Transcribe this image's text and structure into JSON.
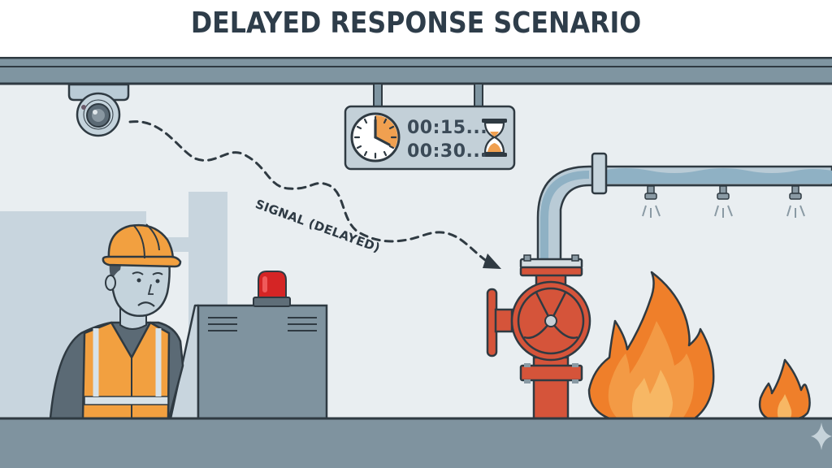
{
  "header": {
    "title": "DELAYED RESPONSE SCENARIO"
  },
  "timer_panel": {
    "line1": "00:15...",
    "line2": "00:30...",
    "icons": [
      "clock-icon",
      "hourglass-icon"
    ]
  },
  "signal": {
    "label": "SIGNAL (DELAYED)",
    "path_style": "dashed"
  },
  "elements": {
    "camera": "security-camera",
    "worker": "worried-worker-hard-hat-vest",
    "control_box": "control-panel-with-red-alarm-light",
    "valve": "red-gate-valve",
    "pipe": "sprinkler-pipe-with-3-heads",
    "fires": [
      "large-flame",
      "small-flame"
    ],
    "watermark": "sparkle-icon"
  },
  "colors": {
    "title": "#2e3d4a",
    "background": "#e9eef1",
    "beam": "#7f95a1",
    "outline": "#2f3a42",
    "safety_orange": "#f2a040",
    "valve_red": "#d5543a",
    "alarm_red": "#d52525",
    "flame_outer": "#ef7f2a",
    "flame_inner": "#f7b764",
    "pipe": "#b9cbd6",
    "water": "#8fb1c4",
    "floor": "#7f939f"
  }
}
